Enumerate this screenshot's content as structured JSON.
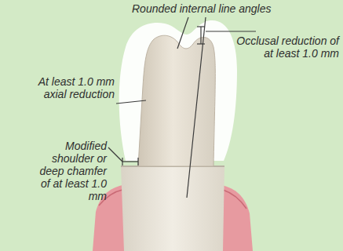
{
  "diagram": {
    "labels": [
      "Rounded internal line angles",
      "Occlusal reduction of at least 1.0 mm",
      "At least 1.0 mm axial reduction",
      "Modified shoulder or deep chamfer of at least 1.0 mm"
    ]
  }
}
